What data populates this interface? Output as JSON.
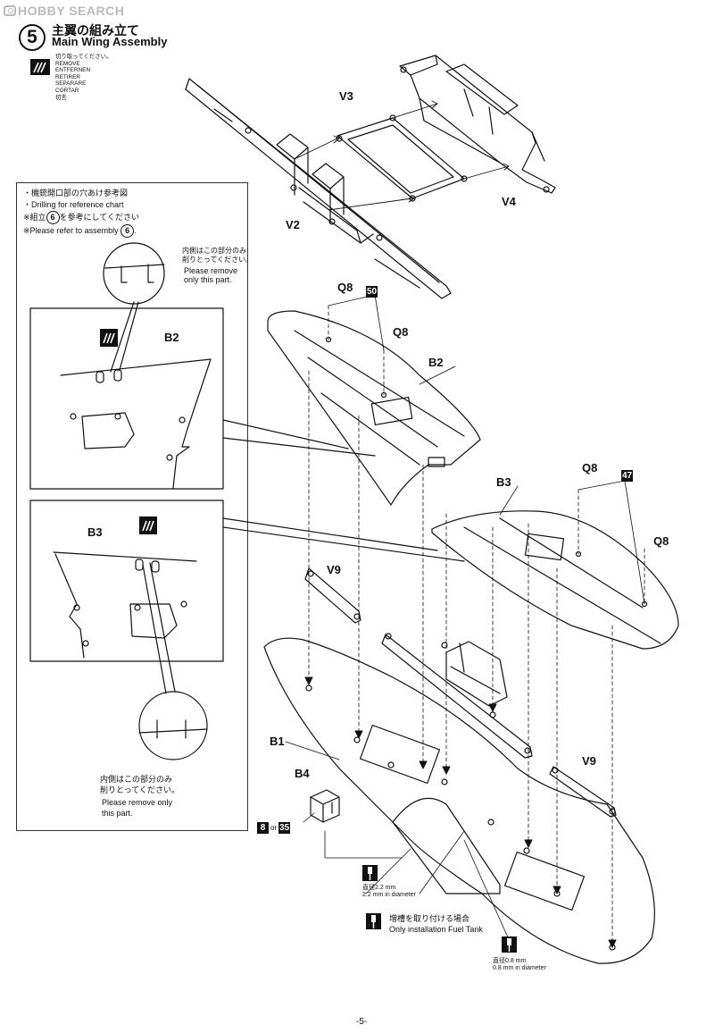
{
  "watermark": {
    "text": "HOBBY SEARCH"
  },
  "step": {
    "number": "5",
    "title_ja": "主翼の組み立て",
    "title_en": "Main Wing Assembly"
  },
  "remove_legend": [
    "切り取ってください。",
    "REMOVE",
    "ENTFERNEN",
    "RETIRER",
    "SEPARARE",
    "CORTAR",
    "切去"
  ],
  "reference": {
    "line1": "・機銃開口部の穴あけ参考図",
    "line2": "・Drilling for reference chart",
    "line3_pre": "※組立",
    "line4_pre": "※Please refer to assembly",
    "assembly_ref": "6",
    "line3_post": "を参考にしてください",
    "note_ja": [
      "内側はこの部分のみ",
      "削りとってください。"
    ],
    "note_en": [
      "Please remove",
      "only this part."
    ],
    "note2_ja": [
      "内側はこの部分のみ",
      "削りとってください。"
    ],
    "note2_en": [
      "Please remove only",
      "this part."
    ]
  },
  "parts": {
    "v3": "V3",
    "v4": "V4",
    "v2": "V2",
    "q8a": "Q8",
    "q8b": "Q8",
    "q8c": "Q8",
    "q8d": "Q8",
    "b2": "B2",
    "b2_detail": "B2",
    "b3": "B3",
    "b3_detail": "B3",
    "v9a": "V9",
    "v9b": "V9",
    "b1": "B1",
    "b4": "B4"
  },
  "color_refs": {
    "c50": "50",
    "c47": "47",
    "c8": "8",
    "or": "or",
    "c35": "35"
  },
  "drill": {
    "d22_ja": "直径2.2 mm",
    "d22_en": "2.2 mm in diameter",
    "fuel_ja": "増槽を取り付ける場合",
    "fuel_en": "Only installation Fuel Tank",
    "d08_ja": "直径0.8 mm",
    "d08_en": "0.8 mm in diameter"
  },
  "page_number": "-5-"
}
